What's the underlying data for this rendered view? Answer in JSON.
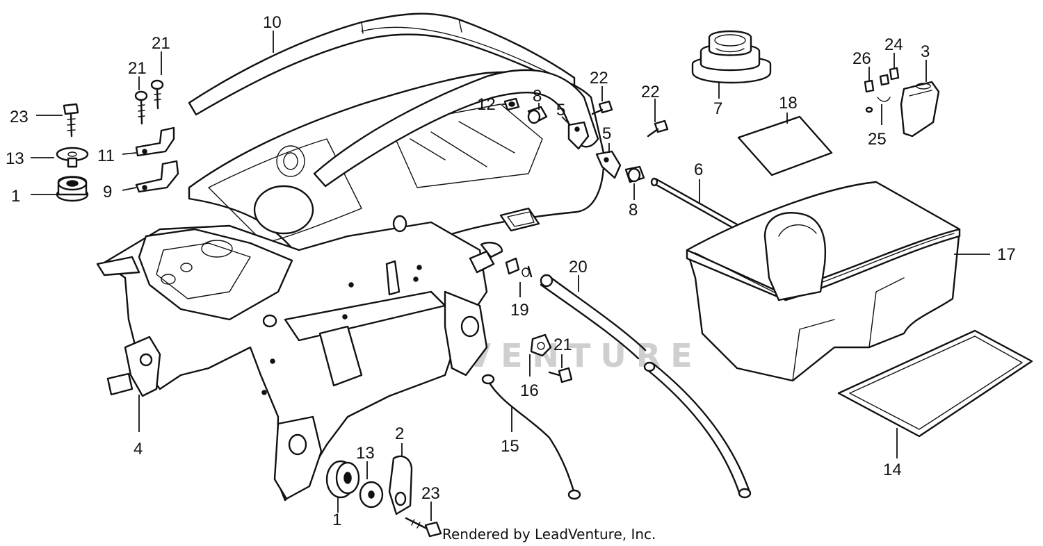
{
  "diagram": {
    "footer": "Rendered by LeadVenture, Inc.",
    "watermark": "LEADVENTURE",
    "callouts": [
      "10",
      "21",
      "21",
      "23",
      "13",
      "1",
      "11",
      "9",
      "12",
      "8",
      "5",
      "22",
      "22",
      "5",
      "8",
      "7",
      "18",
      "26",
      "24",
      "3",
      "25",
      "6",
      "17",
      "20",
      "19",
      "21",
      "16",
      "15",
      "2",
      "13",
      "1",
      "23",
      "4",
      "14"
    ]
  }
}
